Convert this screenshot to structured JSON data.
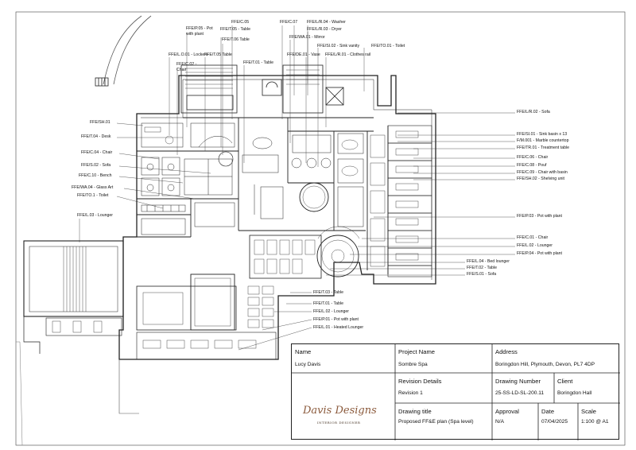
{
  "labels": {
    "top": [
      {
        "text": "FFE/C.05"
      },
      {
        "text": "FFE/P.05 - Pot"
      },
      {
        "text": "with plant"
      },
      {
        "text": "FFE/T.05 - Table"
      },
      {
        "text": "FFE/T.06 Table"
      },
      {
        "text": "FFE/L.O.01 - Lockers"
      },
      {
        "text": "FFE/T.05 Table"
      },
      {
        "text": "FFE/C.02 -"
      },
      {
        "text": "Chair"
      },
      {
        "text": "FFE/T.01 - Table"
      },
      {
        "text": "FFE/C.07"
      },
      {
        "text": "FFE/WA.01 - Mirror"
      },
      {
        "text": "FFE/L/R.04 - Washer"
      },
      {
        "text": "FFE/L/R.03 - Dryer"
      },
      {
        "text": "FFE/DE.01 - Vase"
      },
      {
        "text": "FFE/SI.02 - Sink vanity"
      },
      {
        "text": "FFE/L/R.01 - Clothes rail"
      },
      {
        "text": "FFE/TO.01 - Toilet"
      }
    ],
    "left": [
      {
        "text": "FFE/SH.01"
      },
      {
        "text": "FFE/T.04 - Desk"
      },
      {
        "text": "FFE/C.04 - Chair"
      },
      {
        "text": "FFE/S.02 - Sofa"
      },
      {
        "text": "FFE/C.10 - Bench"
      },
      {
        "text": "FFE/WA.04 - Glass Art"
      },
      {
        "text": "FFE/TO.1 - Toilet"
      },
      {
        "text": "FFE/L.03 - Lounger"
      }
    ],
    "right": [
      {
        "text": "FFE/L/R.02 - Sofa"
      },
      {
        "text": "FFE/SI.01 - Sink basin x 13"
      },
      {
        "text": "F/M.001 - Marble countertop"
      },
      {
        "text": "FFE/TR.01 - Treatment table"
      },
      {
        "text": "FFE/C.06 - Chair"
      },
      {
        "text": "FFE/C.08 - Pouf"
      },
      {
        "text": "FFE/C.09 - Chair with basin"
      },
      {
        "text": "FFE/SH.02 - Shelving unit"
      },
      {
        "text": "FFE/P.03 - Pot with plant"
      },
      {
        "text": "FFE/C.01 - Chair"
      },
      {
        "text": "FFE/L.02 - Lounger"
      },
      {
        "text": "FFE/P.04 - Pot with plant"
      },
      {
        "text": "FFE/L.04 - Bed lounger"
      },
      {
        "text": "FFE/T.02 - Table"
      },
      {
        "text": "FFE/S.01 - Sofa"
      }
    ],
    "bottom": [
      {
        "text": "FFE/T.03 - Table"
      },
      {
        "text": "FFE/T.01 - Table"
      },
      {
        "text": "FFE/L.02 - Lounger"
      },
      {
        "text": "FFE/P.01 - Pot with plant"
      },
      {
        "text": "FFE/L.01 - Heated Lounger"
      }
    ]
  },
  "title_block": {
    "name_header": "Name",
    "name_value": "Lucy Davis",
    "project_header": "Project Name",
    "project_value": "Sombre Spa",
    "address_header": "Address",
    "address_value": "Boringdon Hill, Plymouth, Devon, PL7 4DP",
    "revision_header": "Revision Details",
    "revision_value": "Revision 1",
    "drawing_number_header": "Drawing Number",
    "drawing_number_value": "25-SS-LD-SL-200.11",
    "client_header": "Client",
    "client_value": "Boringdon Hall",
    "drawing_title_header": "Drawing title",
    "drawing_title_value": "Proposed FF&E plan (Spa level)",
    "approval_header": "Approval",
    "approval_value": "N/A",
    "date_header": "Date",
    "date_value": "07/04/2025",
    "scale_header": "Scale",
    "scale_value": "1:100 @ A1"
  },
  "logo": {
    "brand": "Davis Designs",
    "tagline": "INTERIOR DESIGNER",
    "colors": {
      "brown": "#8b5a3c",
      "green": "#5f7d4a",
      "dark": "#4a3728"
    }
  },
  "colors": {
    "line": "#222222",
    "light_line": "#777777"
  }
}
